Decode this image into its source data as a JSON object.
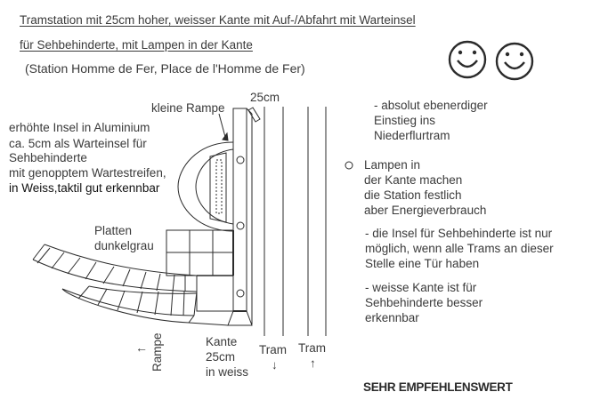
{
  "title": {
    "line1": "Tramstation mit 25cm hoher, weisser Kante mit Auf-/Abfahrt mit Warteinsel ",
    "line2": "für Sehbehinderte, mit Lampen in der Kante  ",
    "subtitle": "(Station Homme de Fer, Place de l'Homme de Fer)"
  },
  "rating": {
    "icons": [
      "smiley-icon",
      "smiley-icon"
    ],
    "verdict": "SEHR EMPFEHLENSWERT"
  },
  "labels": {
    "kleine_rampe": "kleine Rampe",
    "width_25cm": "25cm",
    "insel": [
      "erhöhte Insel in Aluminium",
      "ca. 5cm als Warteinsel für",
      "Sehbehinderte",
      "mit genopptem Wartestreifen,",
      "in Weiss,taktil gut erkennbar"
    ],
    "platten": [
      "Platten",
      "dunkelgrau"
    ],
    "rampe": "Rampe",
    "rampe_arrow": "←",
    "kante": [
      "Kante",
      "25cm",
      "in weiss"
    ],
    "tram_down": {
      "label": "Tram",
      "arrow": "↓"
    },
    "tram_up": {
      "label": "Tram",
      "arrow": "↑"
    }
  },
  "notes": {
    "ebenerdig": [
      "- absolut ebenerdiger",
      "Einstieg ins",
      "Niederflurtram"
    ],
    "lampen": [
      "Lampen in",
      "der Kante machen",
      "die Station festlich",
      "aber Energieverbrauch"
    ],
    "insel": [
      "- die Insel für Sehbehinderte ist nur",
      "möglich, wenn alle Trams an dieser",
      "Stelle eine Tür haben"
    ],
    "kante": [
      "- weisse Kante ist für",
      "Sehbehinderte besser",
      "erkennbar"
    ]
  },
  "colors": {
    "line": "#2b2b2b",
    "text": "#3a3a3a",
    "background": "#ffffff"
  }
}
